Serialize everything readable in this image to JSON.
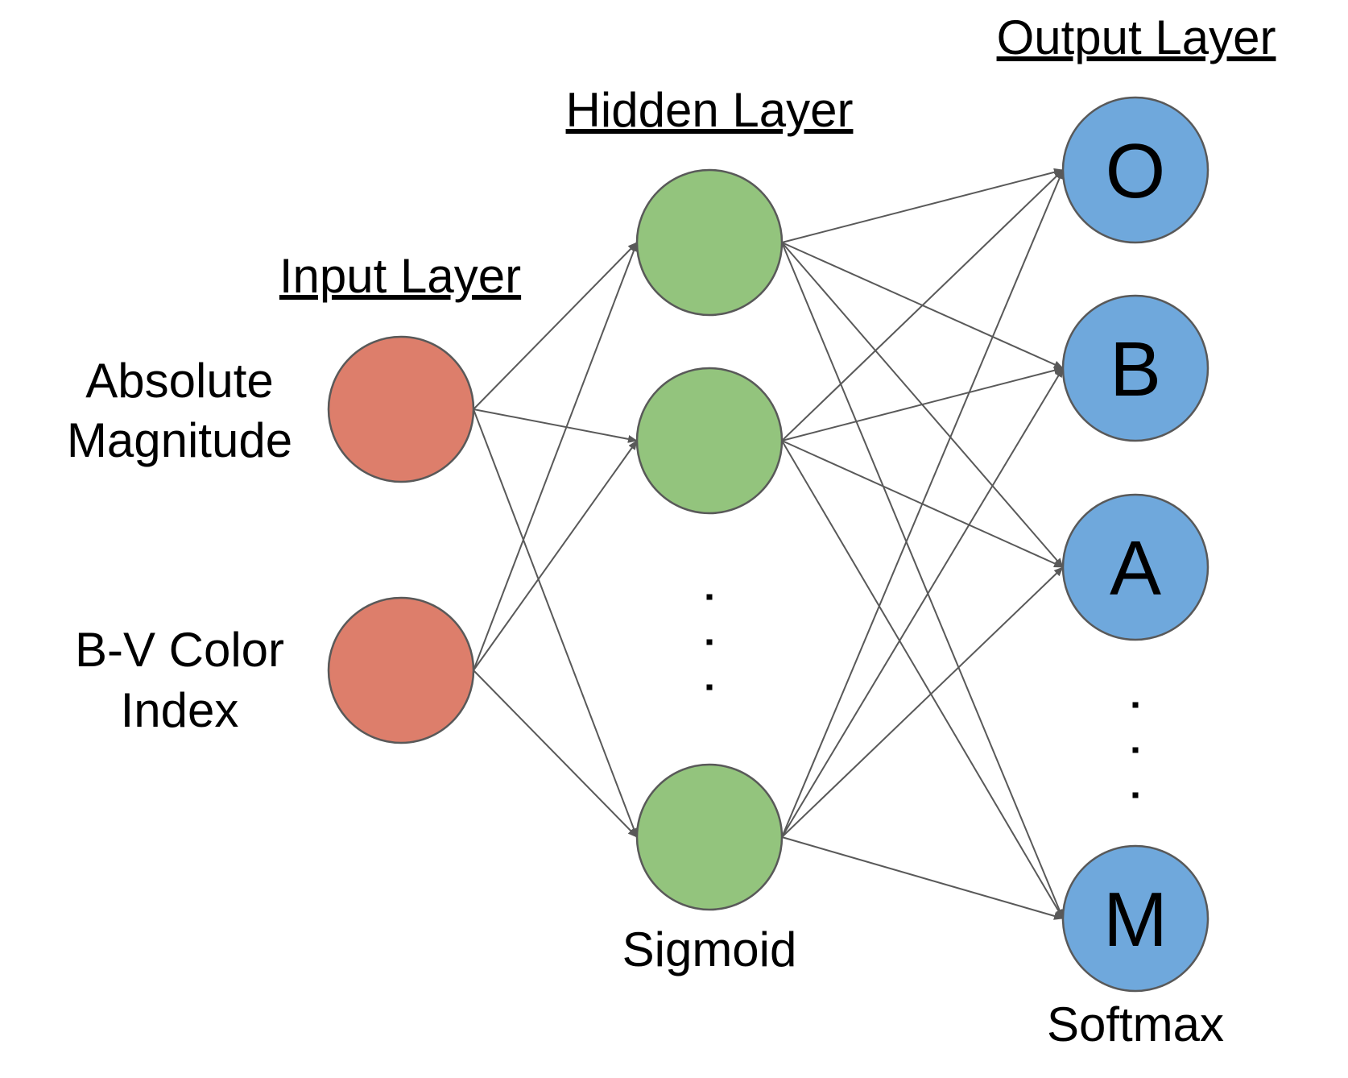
{
  "titles": {
    "input": "Input Layer",
    "hidden": "Hidden Layer",
    "output": "Output Layer"
  },
  "input_labels": [
    [
      "Absolute",
      "Magnitude"
    ],
    [
      "B-V Color",
      "Index"
    ]
  ],
  "activations": {
    "hidden": "Sigmoid",
    "output": "Softmax"
  },
  "layers": {
    "input": {
      "nodes": [
        "",
        ""
      ],
      "color": "#DD7E6B"
    },
    "hidden": {
      "nodes": [
        "",
        "",
        ""
      ],
      "color": "#93C47D",
      "ellipsis_after": 1
    },
    "output": {
      "nodes": [
        "O",
        "B",
        "A",
        "M"
      ],
      "color": "#6FA8DC",
      "ellipsis_after": 2
    }
  },
  "connections": [
    {
      "from": "input",
      "to": "hidden",
      "fully_connected": true
    },
    {
      "from": "hidden",
      "to": "output",
      "fully_connected": true
    }
  ],
  "ellipsis": "⋮",
  "colors": {
    "edge": "#595959",
    "node_stroke": "#595959",
    "text": "#000000"
  }
}
